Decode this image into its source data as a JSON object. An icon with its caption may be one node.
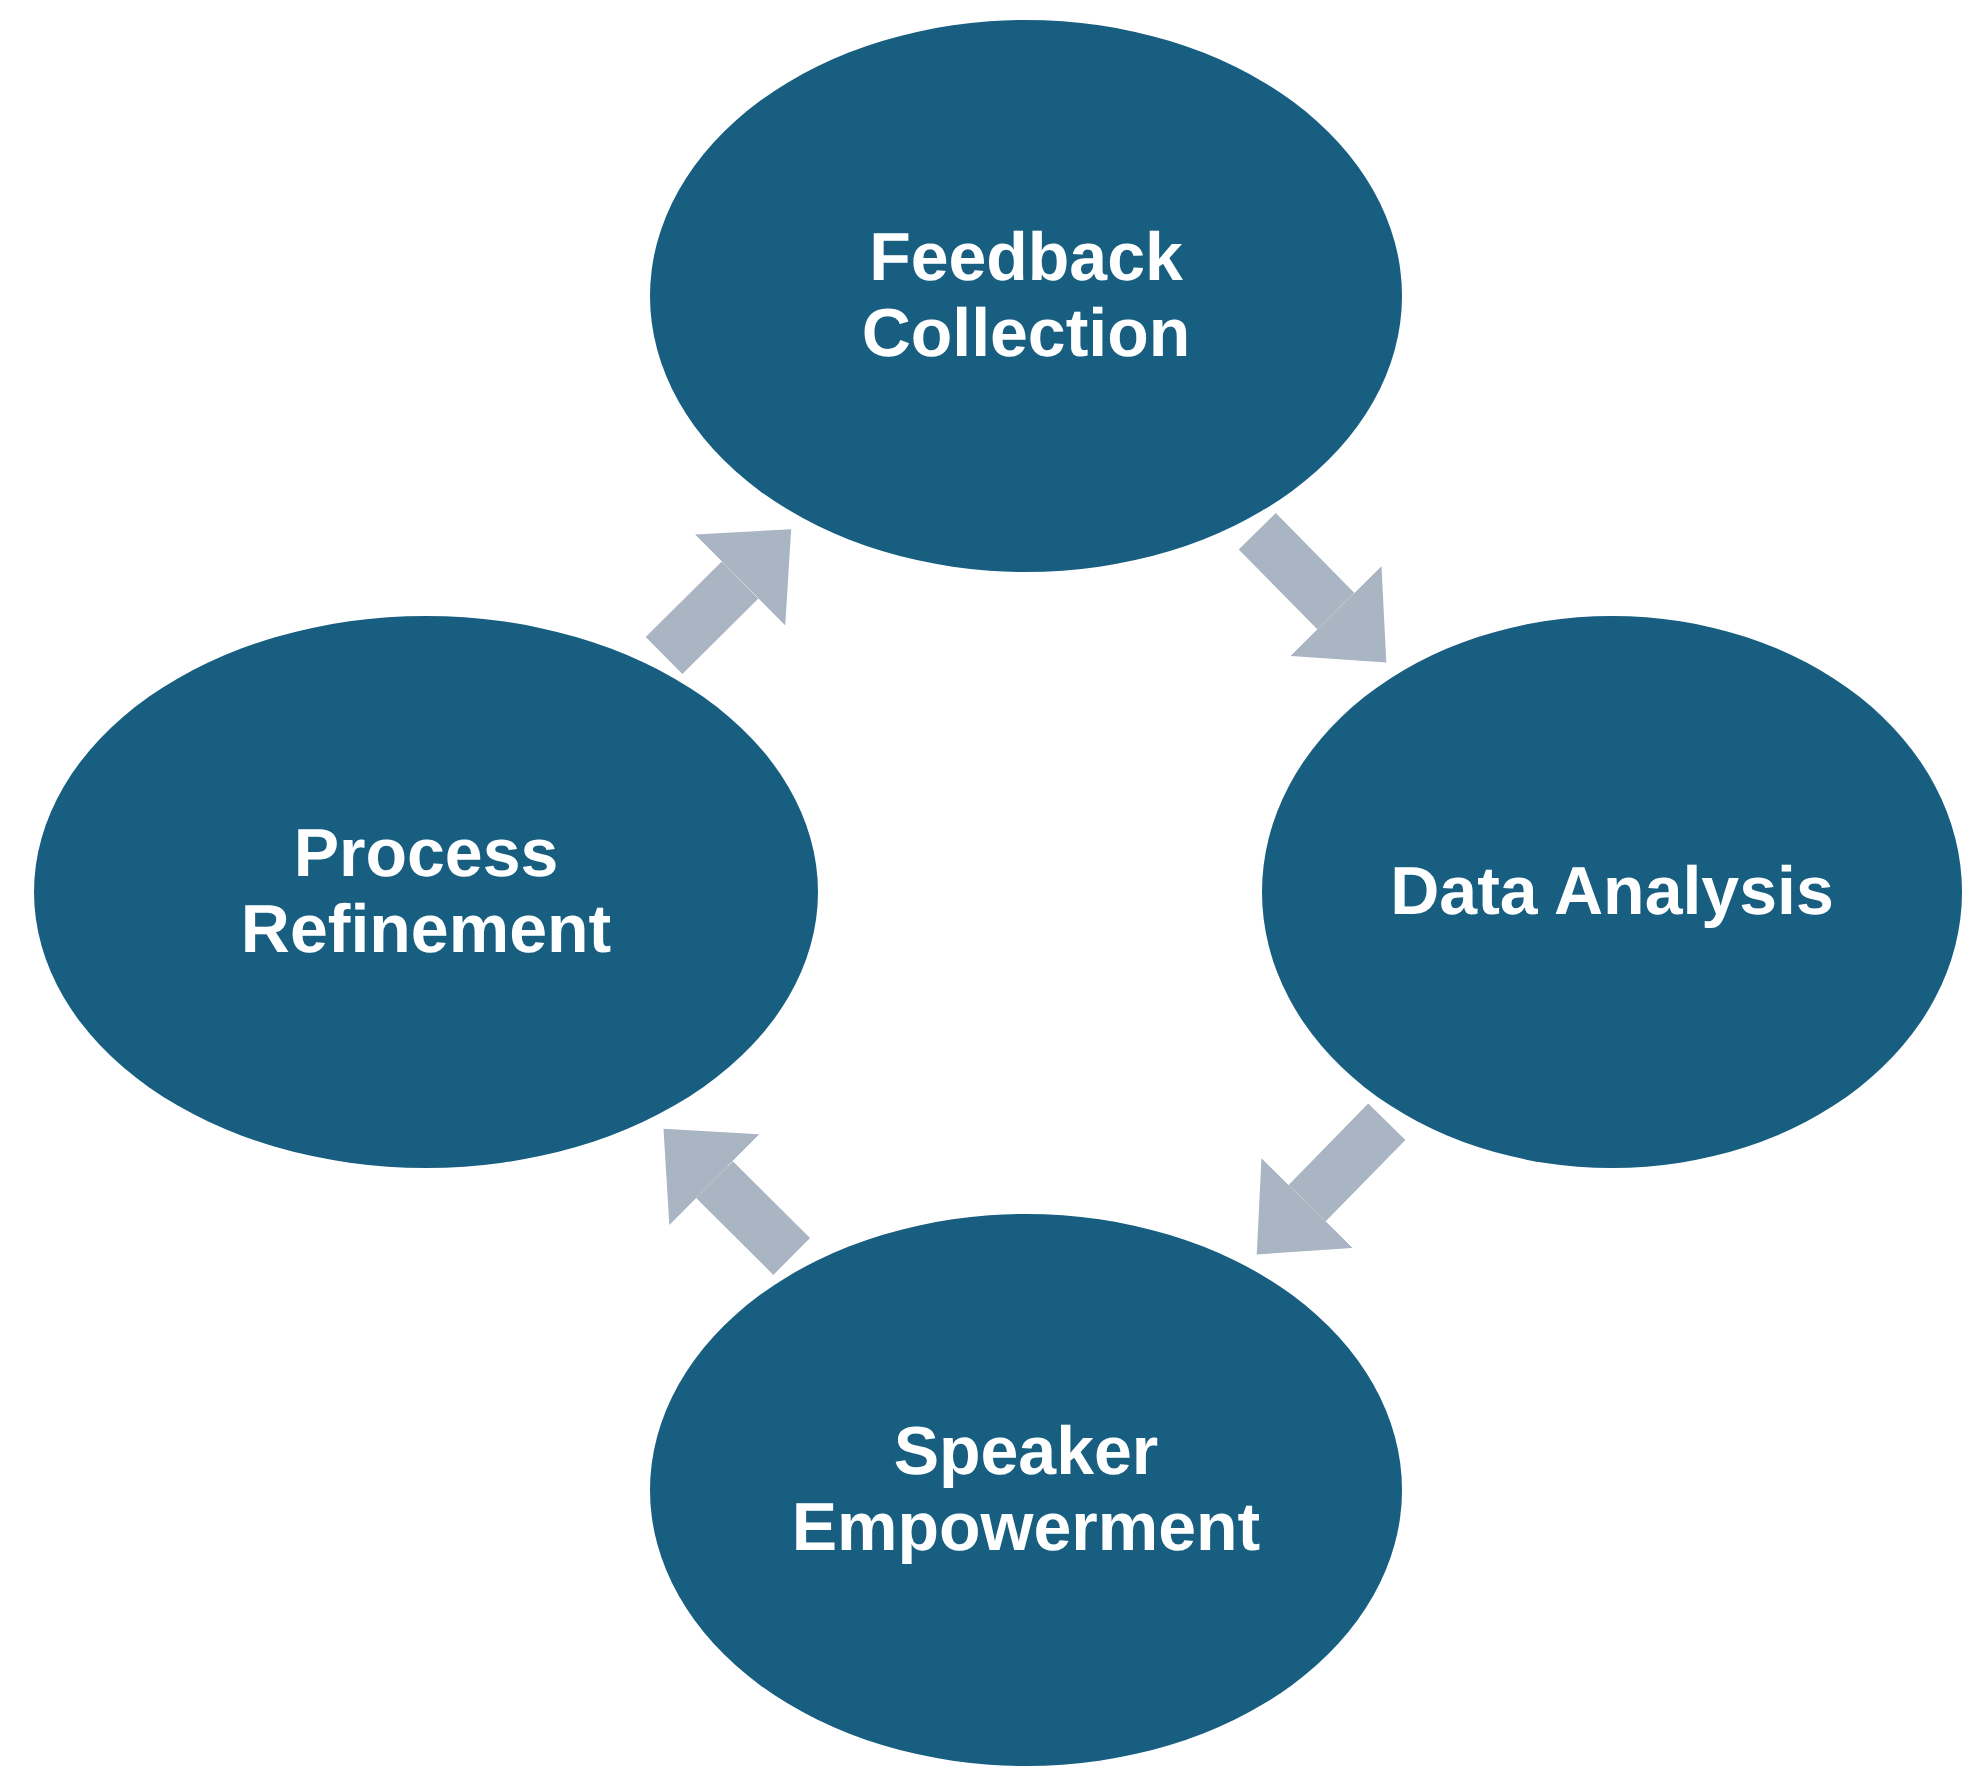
{
  "diagram": {
    "nodes": [
      {
        "text": [
          "Feedback Collection"
        ]
      },
      {
        "text": [
          "Data Analysis"
        ]
      },
      {
        "text": [
          "Speaker Empowerment"
        ]
      },
      {
        "text": [
          "Process Refinement"
        ]
      }
    ],
    "edges": [
      {
        "from": 0,
        "to": 1,
        "arrow": "to"
      },
      {
        "from": 1,
        "to": 2,
        "arrow": "to"
      },
      {
        "from": 2,
        "to": 3,
        "arrow": "to"
      },
      {
        "from": 3,
        "to": 0,
        "arrow": "to"
      }
    ]
  }
}
